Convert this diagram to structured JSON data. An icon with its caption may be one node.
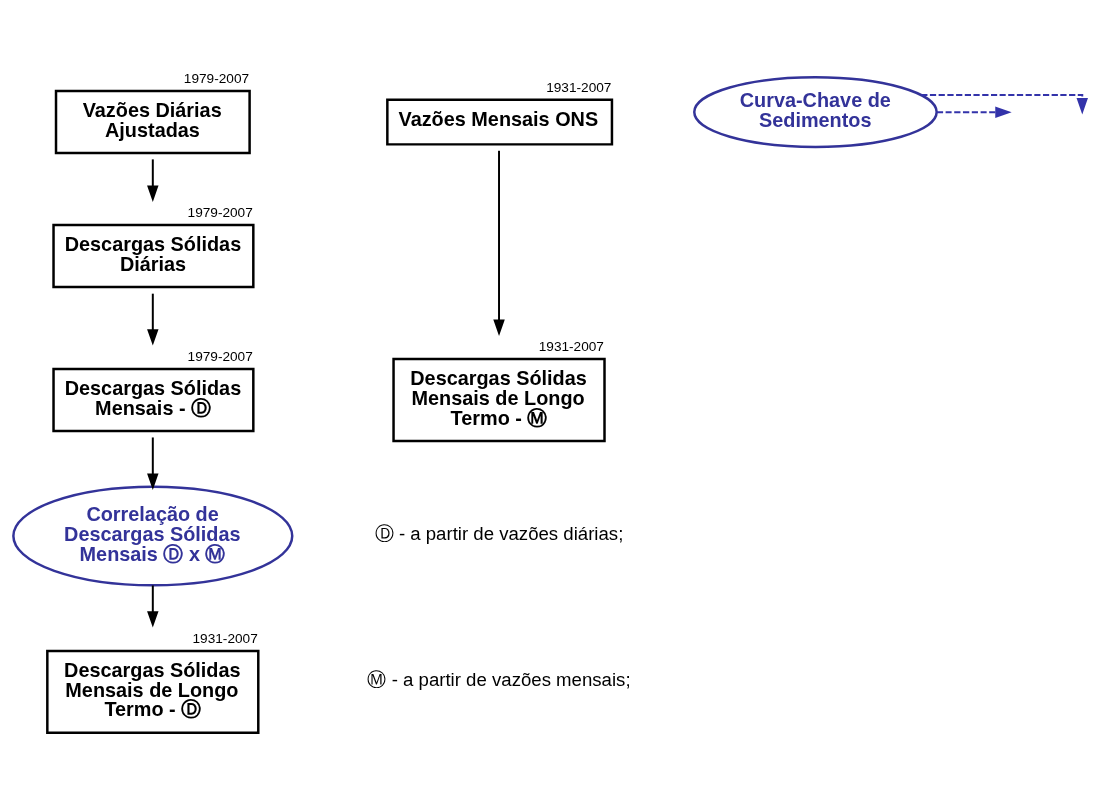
{
  "diagram": {
    "nodes": [
      {
        "text": [
          "Vazões Diárias Ajustadas"
        ],
        "beside": [
          "1979-2007"
        ]
      },
      {
        "text": [
          "Vazões Mensais ONS"
        ],
        "beside": [
          "1931-2007"
        ]
      },
      {
        "text": [
          "Curva-Chave de Sedimentos"
        ]
      },
      {
        "text": [
          "Descargas Sólidas Diárias"
        ],
        "beside": [
          "1979-2007"
        ]
      },
      {
        "text": [
          "Descargas Sólidas Mensais - Ⓓ"
        ],
        "beside": [
          "1979-2007"
        ]
      },
      {
        "text": [
          "Descargas Sólidas Mensais de Longo Termo - Ⓜ"
        ],
        "beside": [
          "1931-2007"
        ]
      },
      {
        "text": [
          "Correlação de Descargas Sólidas Mensais Ⓓ x Ⓜ"
        ]
      },
      {
        "text": [
          "Descargas Sólidas Mensais de Longo Termo - Ⓓ"
        ],
        "beside": [
          "1931-2007"
        ]
      }
    ],
    "edges": [
      {
        "from": 0,
        "to": 3,
        "arrow": "to"
      },
      {
        "from": 1,
        "to": 5,
        "arrow": "to"
      },
      {
        "from": 2,
        "to": null,
        "arrow": "to",
        "style": "dashed",
        "color": "#3333aa"
      },
      {
        "from": 2,
        "to": null,
        "arrow": "to",
        "style": "dashed",
        "color": "#3333aa"
      },
      {
        "from": 3,
        "to": 4,
        "arrow": "to"
      },
      {
        "from": 4,
        "to": 6,
        "arrow": "to"
      },
      {
        "from": 6,
        "to": 7,
        "arrow": "to"
      }
    ],
    "labels": [
      "Ⓓ - a partir de vazões diárias;",
      "Ⓜ - a partir de vazões mensais;"
    ]
  }
}
